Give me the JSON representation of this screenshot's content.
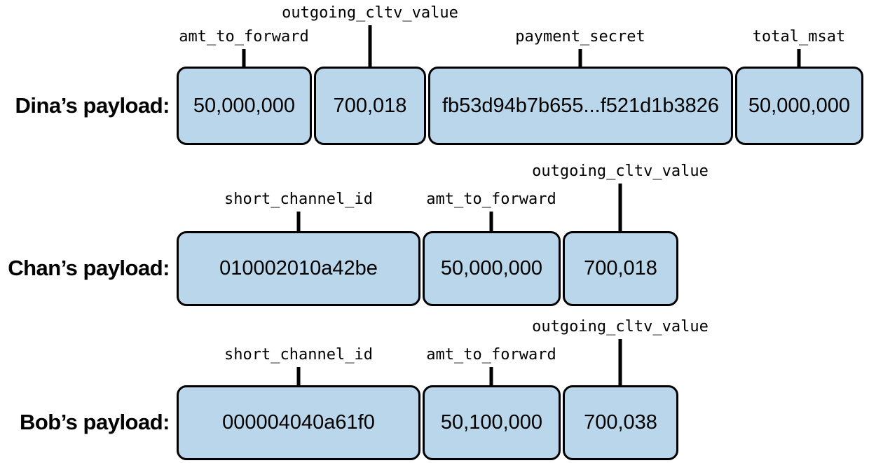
{
  "rows": [
    {
      "title": "Dina’s payload:",
      "fields": [
        {
          "label": "amt_to_forward",
          "value": "50,000,000"
        },
        {
          "label": "outgoing_cltv_value",
          "value": "700,018"
        },
        {
          "label": "payment_secret",
          "value": "fb53d94b7b655...f521d1b3826"
        },
        {
          "label": "total_msat",
          "value": "50,000,000"
        }
      ]
    },
    {
      "title": "Chan’s payload:",
      "fields": [
        {
          "label": "short_channel_id",
          "value": "010002010a42be"
        },
        {
          "label": "amt_to_forward",
          "value": "50,000,000"
        },
        {
          "label": "outgoing_cltv_value",
          "value": "700,018"
        }
      ]
    },
    {
      "title": "Bob’s payload:",
      "fields": [
        {
          "label": "short_channel_id",
          "value": "000004040a61f0"
        },
        {
          "label": "amt_to_forward",
          "value": "50,100,000"
        },
        {
          "label": "outgoing_cltv_value",
          "value": "700,038"
        }
      ]
    }
  ],
  "colors": {
    "box_fill": "#b9d6ea",
    "box_border": "#000000",
    "line": "#000000"
  }
}
